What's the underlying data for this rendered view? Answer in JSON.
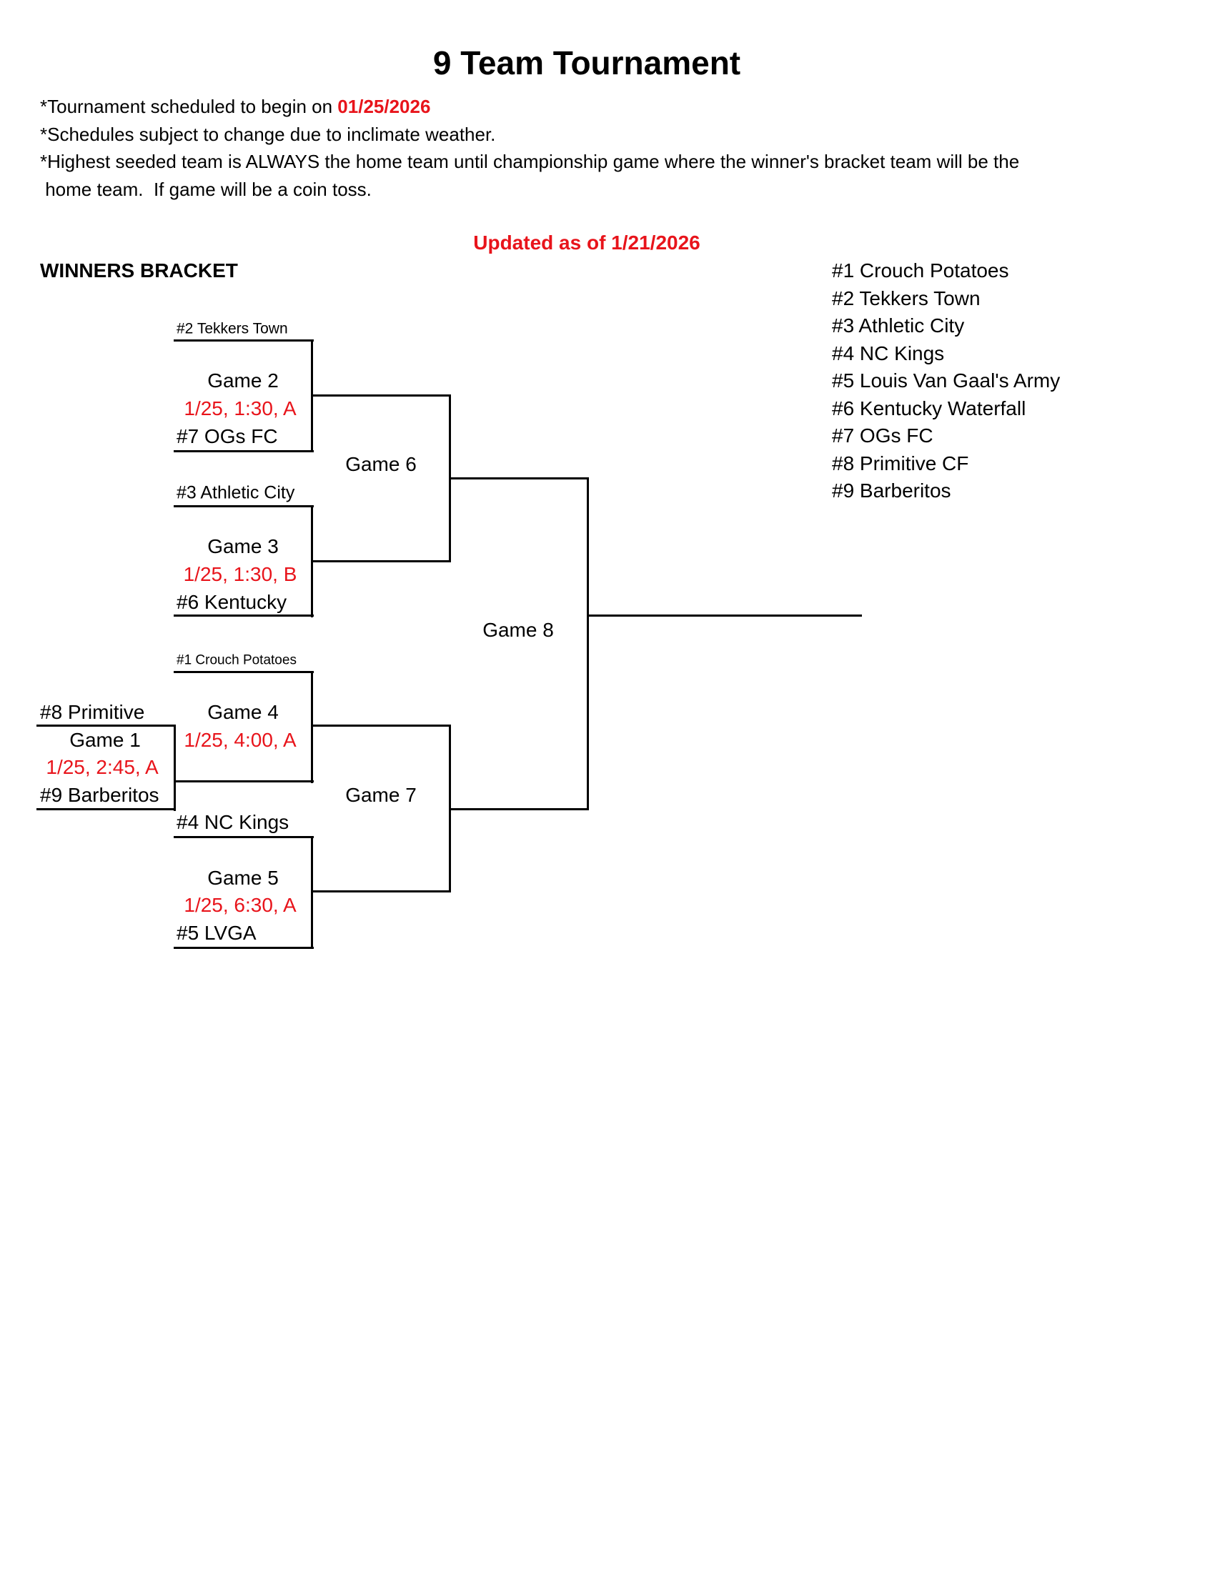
{
  "title": "9 Team Tournament",
  "notes": {
    "line1_prefix": "*Tournament scheduled to begin on ",
    "line1_date": "01/25/2026",
    "line2": "*Schedules subject to change due to inclimate weather.",
    "line3": "*Highest seeded team is ALWAYS the home team until championship game where the winner's bracket team will be the",
    "line4": " home team.  If game will be a coin toss."
  },
  "updated": "Updated as of 1/21/2026",
  "bracket_title": "WINNERS BRACKET",
  "seeds": [
    "#1 Crouch Potatoes",
    "#2 Tekkers Town",
    "#3 Athletic City",
    "#4 NC Kings",
    "#5 Louis Van Gaal's Army",
    "#6 Kentucky Waterfall",
    "#7 OGs FC",
    "#8 Primitive CF",
    "#9 Barberitos"
  ],
  "games": {
    "g1": {
      "label": "Game 1",
      "time": "1/25, 2:45, A",
      "top": "#8 Primitive",
      "bottom": "#9 Barberitos"
    },
    "g2": {
      "label": "Game 2",
      "time": "1/25, 1:30, A",
      "top": "#2 Tekkers Town",
      "bottom": "#7 OGs FC"
    },
    "g3": {
      "label": "Game 3",
      "time": "1/25, 1:30, B",
      "top": "#3 Athletic City",
      "bottom": "#6 Kentucky"
    },
    "g4": {
      "label": "Game 4",
      "time": "1/25, 4:00, A",
      "top": "#1 Crouch Potatoes"
    },
    "g5": {
      "label": "Game 5",
      "time": "1/25, 6:30, A",
      "top": "#4 NC Kings",
      "bottom": "#5 LVGA"
    },
    "g6": {
      "label": "Game 6"
    },
    "g7": {
      "label": "Game 7"
    },
    "g8": {
      "label": "Game 8"
    }
  },
  "colors": {
    "accent": "#e8141b",
    "text": "#000000"
  }
}
